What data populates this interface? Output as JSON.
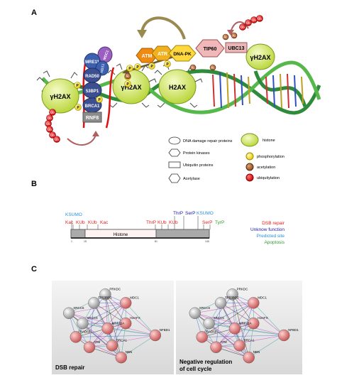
{
  "panel_a": {
    "label": "A",
    "h2ax_labels": [
      "γH2AX",
      "γH2AX",
      "H2AX",
      "γH2AX"
    ],
    "proteins": {
      "mre11": "MRE11",
      "nbs1": "NBS1",
      "mdc1": "MDC1",
      "rad50": "RAD50",
      "bp53": "53BP1",
      "brca1": "BRCA1",
      "rnf8": "RNF8",
      "atm": "ATM",
      "atr": "ATR",
      "dnapk": "DNA-PK",
      "tip60": "TIP60",
      "ubc13": "UBC13"
    },
    "mark_labels": {
      "p": "P",
      "ac": "Ac",
      "ub": "Ub"
    },
    "legend": {
      "repair": "DNA damage repair proteins",
      "kinases": "Protein kinases",
      "ubiquitin": "Ubiquitin proteins",
      "acetylase": "Acetylase",
      "histone": "histone",
      "phos": "phosphorylation",
      "acet": "acetylation",
      "ubiq": "ubiquitylation"
    }
  },
  "panel_b": {
    "label": "B",
    "above_left": [
      "KSUMO",
      "Kac",
      "KUb",
      "KUb",
      "Kac"
    ],
    "above_right": [
      "ThrP",
      "KUb",
      "KUb",
      "ThrP",
      "SerP",
      "KSUMO",
      "SerP",
      "TyrP"
    ],
    "domain": "Histone",
    "ticks": [
      "1",
      "15",
      "81",
      "140"
    ],
    "legend": [
      {
        "text": "DSB repair",
        "color": "#e0201c"
      },
      {
        "text": "Unknow function",
        "color": "#1a1aa8"
      },
      {
        "text": "Predicted site",
        "color": "#2c8fd6"
      },
      {
        "text": "Apoptosis",
        "color": "#2f9a2f"
      }
    ]
  },
  "panel_c": {
    "label": "C",
    "left_caption": "DSB repair",
    "right_caption_1": "Negative regulation",
    "right_caption_2": "of cell cycle",
    "nodes": [
      "PRKDC",
      "TP53BP1",
      "MDC1",
      "XRCC6",
      "XRCC5",
      "H2AFX",
      "MRE11A",
      "RAD50",
      "ATM",
      "BRCA1",
      "NBN",
      "NFBD1"
    ]
  }
}
